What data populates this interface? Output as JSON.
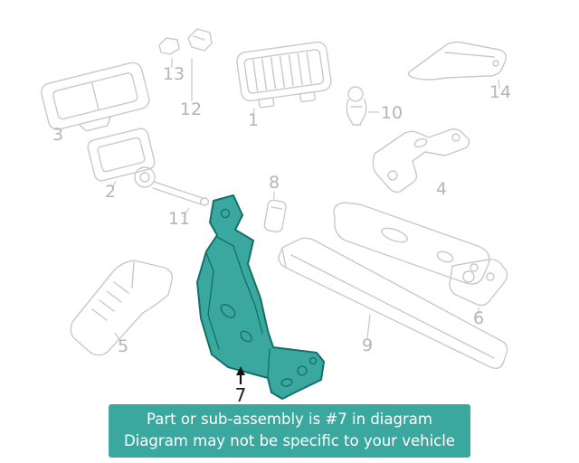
{
  "colors": {
    "highlight_fill": "#3ba8a0",
    "highlight_stroke": "#136f69",
    "line_art": "#c9c9c9",
    "label": "#b5b5b5",
    "banner_bg": "#3ba8a0",
    "banner_text": "#ffffff"
  },
  "diagram": {
    "part_labels": [
      "1",
      "2",
      "3",
      "4",
      "5",
      "6",
      "7",
      "8",
      "9",
      "10",
      "11",
      "12",
      "13",
      "14"
    ],
    "highlighted_part": "7"
  },
  "banner": {
    "line1": "Part or sub-assembly is #7 in diagram",
    "line2": "Diagram may not be specific to your vehicle"
  }
}
